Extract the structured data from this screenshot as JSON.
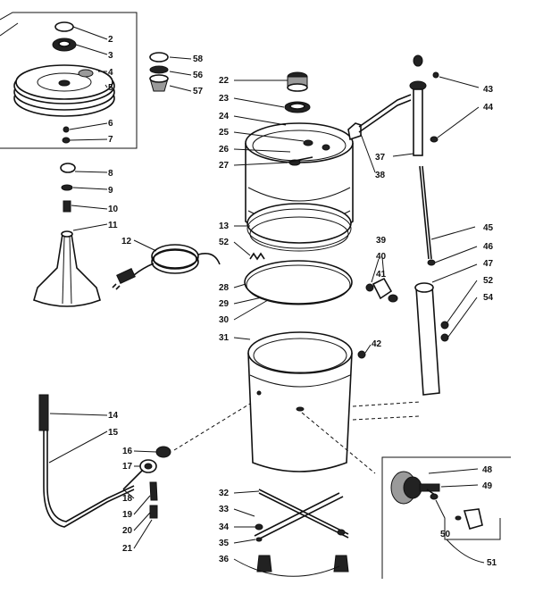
{
  "labels": {
    "p2": "2",
    "p3": "3",
    "p4": "4",
    "p5": "5",
    "p6": "6",
    "p7": "7",
    "p8": "8",
    "p9": "9",
    "p10": "10",
    "p11": "11",
    "p12": "12",
    "p14": "14",
    "p15": "15",
    "p16": "16",
    "p17": "17",
    "p18": "18",
    "p19": "19",
    "p20": "20",
    "p21": "21",
    "p58": "58",
    "p56": "56",
    "p57": "57",
    "p22": "22",
    "p23": "23",
    "p24": "24",
    "p25": "25",
    "p26": "26",
    "p27": "27",
    "p13": "13",
    "p52a": "52",
    "p28": "28",
    "p29": "29",
    "p30": "30",
    "p31": "31",
    "p32": "32",
    "p33": "33",
    "p34": "34",
    "p35": "35",
    "p36": "36",
    "p38": "38",
    "p39": "39",
    "p40": "40",
    "p41": "41",
    "p42": "42",
    "p43": "43",
    "p44": "44",
    "p37": "37",
    "p45": "45",
    "p46": "46",
    "p47": "47",
    "p52b": "52",
    "p54": "54",
    "p48": "48",
    "p49": "49",
    "p50": "50",
    "p51": "51"
  }
}
